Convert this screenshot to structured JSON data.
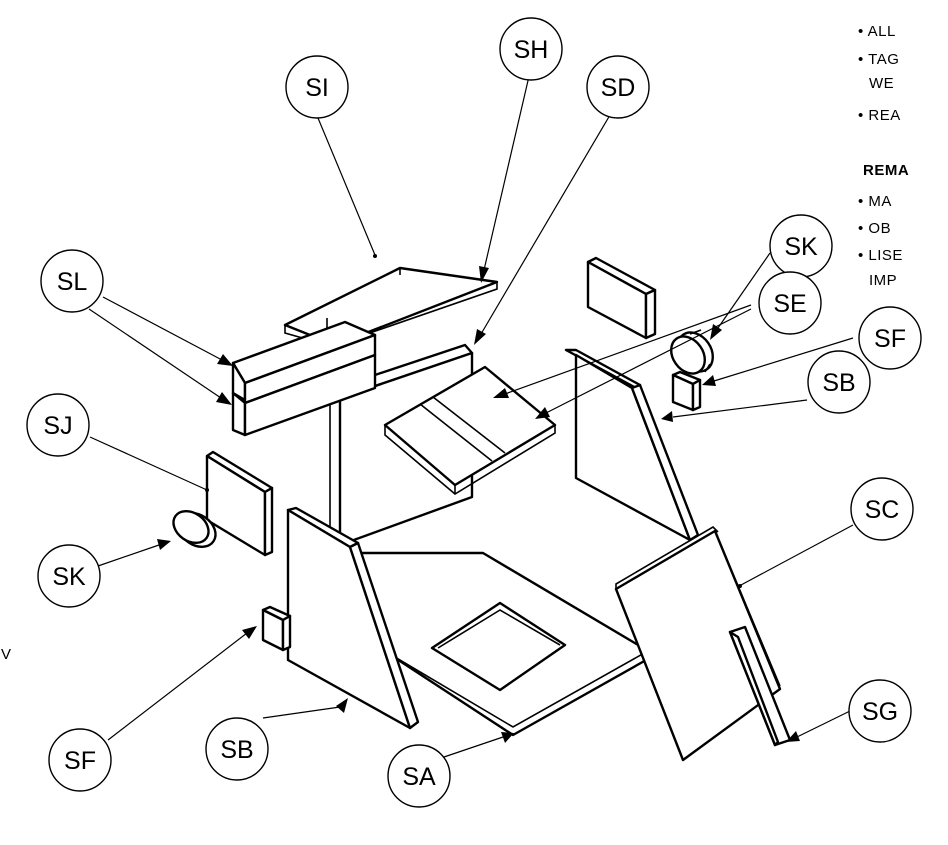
{
  "colors": {
    "line": "#000000",
    "fill": "#ffffff"
  },
  "balloons": {
    "sh": "SH",
    "sd": "SD",
    "si": "SI",
    "sk_top": "SK",
    "sl": "SL",
    "se": "SE",
    "sf_right": "SF",
    "sb_right": "SB",
    "sj": "SJ",
    "sc": "SC",
    "sk_left": "SK",
    "sf_left": "SF",
    "sb_left": "SB",
    "sg": "SG",
    "sa": "SA"
  },
  "notes": {
    "line1": "• ALL",
    "line2": "• TAG",
    "line3": "WE",
    "line4": "• REA",
    "heading": "REMA",
    "line5": "• MA",
    "line6": "• OB",
    "line7": "• LISE",
    "line8": "IMP",
    "stray": "V"
  }
}
